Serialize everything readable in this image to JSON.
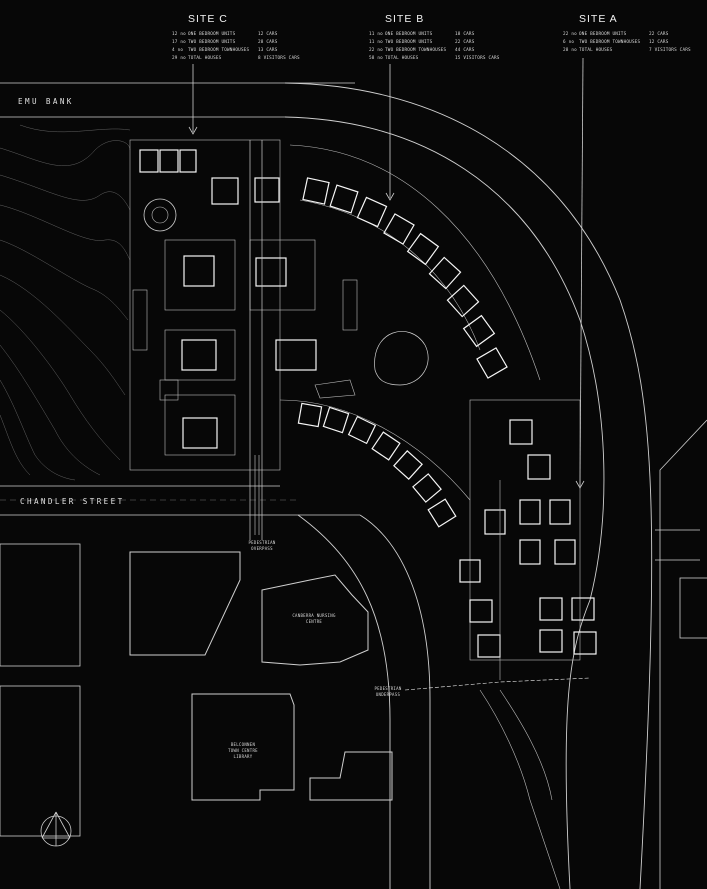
{
  "sites": [
    {
      "id": "site-c",
      "heading": "SITE C",
      "rows": [
        {
          "qty": "12 no",
          "desc": "ONE BEDROOM UNITS",
          "cars": "12 CARS"
        },
        {
          "qty": "17 no",
          "desc": "TWO BEDROOM UNITS",
          "cars": "28 CARS"
        },
        {
          "qty": "4 no",
          "desc": "TWO BEDROOM TOWNHOUSES",
          "cars": "13 CARS"
        },
        {
          "qty": "29 no",
          "desc": "TOTAL HOUSES",
          "cars": "8 VISITORS CARS"
        }
      ]
    },
    {
      "id": "site-b",
      "heading": "SITE B",
      "rows": [
        {
          "qty": "11 no",
          "desc": "ONE BEDROOM UNITS",
          "cars": "18 CARS"
        },
        {
          "qty": "11 no",
          "desc": "TWO BEDROOM UNITS",
          "cars": "22 CARS"
        },
        {
          "qty": "22 no",
          "desc": "TWO BEDROOM TOWNHOUSES",
          "cars": "44 CARS"
        },
        {
          "qty": "58 no",
          "desc": "TOTAL HOUSES",
          "cars": "15 VISITORS CARS"
        }
      ]
    },
    {
      "id": "site-a",
      "heading": "SITE A",
      "rows": [
        {
          "qty": "22 no",
          "desc": "ONE BEDROOM UNITS",
          "cars": "22 CARS"
        },
        {
          "qty": "6 no",
          "desc": "TWO BEDROOM TOWNHOUSES",
          "cars": "12 CARS"
        },
        {
          "qty": "28 no",
          "desc": "TOTAL HOUSES",
          "cars": "7 VISITORS CARS"
        }
      ]
    }
  ],
  "streets": {
    "emu_bank": "EMU BANK",
    "chandler_street": "CHANDLER STREET"
  },
  "labels": {
    "pedestrian_overpass": [
      "PEDESTRIAN",
      "OVERPASS"
    ],
    "pedestrian_underpass": [
      "PEDESTRIAN",
      "UNDERPASS"
    ],
    "canberra_nursing_centre": [
      "CANBERRA NURSING",
      "CENTRE"
    ],
    "belconnen_library": [
      "BELCONNEN",
      "TOWN CENTRE",
      "LIBRARY"
    ]
  },
  "colors": {
    "background": "#070707",
    "linework": "#f4f4f4"
  },
  "icons": {
    "north_arrow": "north-arrow-icon"
  }
}
